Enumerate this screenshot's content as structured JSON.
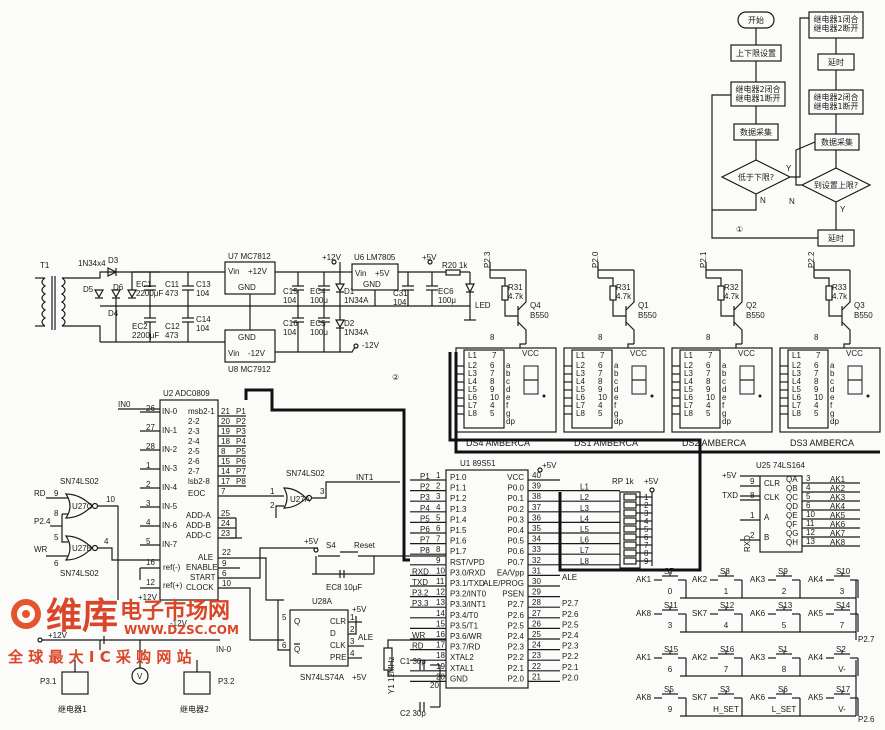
{
  "flowchart": {
    "start": "开始",
    "set_limits": "上下限设置",
    "relay2_close_relay1_open": "继电器2闭合\n继电器1断开",
    "sample1": "数据采集",
    "below_lower": "低于下限?",
    "yes": "Y",
    "no": "N",
    "relay1_close_relay2_open": "继电器1闭合\n继电器2断开",
    "delay1": "延时",
    "relay2_close_relay1_open_b": "继电器2闭合\n继电器1断开",
    "sample2": "数据采集",
    "reach_upper": "到设置上限?",
    "delay2": "延时",
    "label": "①"
  },
  "power": {
    "t1": "T1",
    "bridge": "1N34x4",
    "d3": "D3",
    "d4": "D4",
    "d5": "D5",
    "d6": "D6",
    "ec1": "EC1\n2200μF",
    "ec2": "EC2\n2200μF",
    "c11": "C11\n473",
    "c12": "C12\n473",
    "c13": "C13\n104",
    "c14": "C14\n104",
    "u7": "U7  MC7812",
    "u7_vin": "Vin",
    "u7_out": "+12V",
    "u7_gnd": "GND",
    "u8": "U8  MC7912",
    "u8_vin": "Vin",
    "u8_out": "-12V",
    "u8_gnd": "GND",
    "c15": "C15\n104",
    "c16": "C16\n104",
    "ec4": "EC4\n100μ",
    "ec5": "EC5\n100μ",
    "d1": "D1\n1N34A",
    "d2": "D2\n1N34A",
    "p12": "+12V",
    "m12": "-12V",
    "u6": "U6  LM7805",
    "u6_vin": "Vin",
    "u6_out": "+5V",
    "u6_gnd": "GND",
    "c31": "C31\n104",
    "ec6": "EC6\n100μ",
    "p5": "+5V",
    "r20": "R20  1k",
    "led": "LED",
    "label": "②"
  },
  "display": {
    "drivers": [
      {
        "port": "P2.3",
        "r": "R31",
        "rv": "4.7k",
        "q": "Q4",
        "qt": "B550",
        "ds": "DS4  AMBERCA"
      },
      {
        "port": "P2.0",
        "r": "R31",
        "rv": "4.7k",
        "q": "Q1",
        "qt": "B550",
        "ds": "DS1  AMBERCA"
      },
      {
        "port": "P2.1",
        "r": "R32",
        "rv": "4.7k",
        "q": "Q2",
        "qt": "B550",
        "ds": "DS2  AMBERCA"
      },
      {
        "port": "P2.2",
        "r": "R33",
        "rv": "4.7k",
        "q": "Q3",
        "qt": "B550",
        "ds": "DS3  AMBERCA"
      }
    ],
    "pins": [
      "L1",
      "L2",
      "L3",
      "L4",
      "L5",
      "L6",
      "L7",
      "L8"
    ],
    "segs": [
      "a",
      "b",
      "c",
      "d",
      "e",
      "f",
      "g",
      "dp"
    ],
    "vcc": "VCC"
  },
  "adc": {
    "title": "U2  ADC0809",
    "in0": "IN0",
    "inputs": [
      "IN-0",
      "IN-1",
      "IN-2",
      "IN-3",
      "IN-4",
      "IN-5",
      "IN-6",
      "IN-7"
    ],
    "in_pins": [
      "26",
      "27",
      "28",
      "1",
      "2",
      "3",
      "4",
      "5"
    ],
    "outs": [
      "msb2-1",
      "2-2",
      "2-3",
      "2-4",
      "2-5",
      "2-6",
      "2-7",
      "lsb2-8"
    ],
    "out_pins": [
      "21",
      "20",
      "19",
      "18",
      "8",
      "15",
      "14",
      "17"
    ],
    "ports": [
      "P1",
      "P2",
      "P3",
      "P4",
      "P5",
      "P6",
      "P7",
      "P8"
    ],
    "eoc": "EOC",
    "eoc_pin": "7",
    "adda": "ADD-A",
    "addb": "ADD-B",
    "addc": "ADD-C",
    "ale": "ALE",
    "enable": "ENABLE",
    "start": "START",
    "clock": "CLOCK",
    "refm": "ref(-)",
    "refp": "ref(+)",
    "pin25": "25",
    "pin24": "24",
    "pin23": "23",
    "pin22": "22",
    "pin9": "9",
    "pin6": "6",
    "pin10": "10",
    "pin16": "16",
    "pin12": "12"
  },
  "mcu": {
    "title": "U1  89S51",
    "left": [
      "P1.0",
      "P1.1",
      "P1.2",
      "P1.3",
      "P1.4",
      "P1.5",
      "P1.6",
      "P1.7",
      "RST/VPD",
      "P3.0/RXD",
      "P3.1/TXD",
      "P3.2/INT0",
      "P3.3/INT1",
      "P3.4/T0",
      "P3.5/T1",
      "P3.6/WR",
      "P3.7/RD",
      "XTAL2",
      "XTAL1",
      "GND"
    ],
    "left_pins": [
      "1",
      "2",
      "3",
      "4",
      "5",
      "6",
      "7",
      "8",
      "9",
      "10",
      "11",
      "12",
      "13",
      "14",
      "15",
      "16",
      "17",
      "18",
      "19",
      "20"
    ],
    "right": [
      "VCC",
      "P0.0",
      "P0.1",
      "P0.2",
      "P0.3",
      "P0.4",
      "P0.5",
      "P0.6",
      "P0.7",
      "EA/Vpp",
      "ALE/PROG",
      "PSEN",
      "P2.7",
      "P2.6",
      "P2.5",
      "P2.4",
      "P2.3",
      "P2.2",
      "P2.1",
      "P2.0"
    ],
    "right_pins": [
      "40",
      "39",
      "38",
      "37",
      "36",
      "35",
      "34",
      "33",
      "32",
      "31",
      "30",
      "29",
      "28",
      "27",
      "26",
      "25",
      "24",
      "23",
      "22",
      "21"
    ],
    "p_labels": [
      "P1",
      "P2",
      "P3",
      "P4",
      "P5",
      "P6",
      "P7",
      "P8"
    ],
    "l_labels": [
      "L1",
      "L2",
      "L3",
      "L4",
      "L5",
      "L6",
      "L7",
      "L8"
    ],
    "port_labels": [
      "RXD",
      "TXD",
      "P3.2",
      "P3.3",
      "WR",
      "RD"
    ],
    "p2_labels": [
      "P2.7",
      "P2.6",
      "P2.5",
      "P2.4",
      "P2.3",
      "P2.2",
      "P2.1",
      "P2.0"
    ],
    "p5": "+5V",
    "ale": "ALE"
  },
  "reset": {
    "s4": "S4",
    "reset": "Reset",
    "ec8": "EC8  10μF",
    "p5": "+5V"
  },
  "crystal": {
    "y1": "Y1  12MHz",
    "c1": "C1  30p",
    "c2": "C2  30p"
  },
  "rp": {
    "title": "RP  1k",
    "p5": "+5V",
    "pins": [
      "1",
      "2",
      "3",
      "4",
      "5",
      "6",
      "7",
      "8",
      "9"
    ]
  },
  "gates": {
    "u27a_title": "SN74LS02",
    "u27a": "U27A",
    "int1": "INT1",
    "u27c": "U27C",
    "u27b": "U27B",
    "sn1": "SN74LS02",
    "sn2": "SN74LS02",
    "rd": "RD",
    "wr": "WR",
    "p24": "P2.4",
    "pins_a": [
      "1",
      "2",
      "3"
    ],
    "pins_c": [
      "9",
      "8",
      "10"
    ],
    "pins_b": [
      "5",
      "6",
      "4"
    ]
  },
  "flipflop": {
    "title": "U28A",
    "sub": "SN74LS74A",
    "pins": [
      "CLR",
      "D",
      "CLK",
      "PRE",
      "Q",
      "Q"
    ],
    "p5": "+5V",
    "ale": "ALE",
    "nums": [
      "2",
      "3",
      "4",
      "5",
      "6",
      "1"
    ]
  },
  "shift": {
    "title": "U25  74LS164",
    "p5": "+5V",
    "txd": "TXD",
    "rxd": "RXD",
    "left": [
      "CLR",
      "CLK",
      "A",
      "B"
    ],
    "left_pins": [
      "9",
      "8",
      "1",
      "2"
    ],
    "right": [
      "QA",
      "QB",
      "QC",
      "QD",
      "QE",
      "QF",
      "QG",
      "QH"
    ],
    "right_pins": [
      "3",
      "4",
      "5",
      "6",
      "10",
      "11",
      "12",
      "13"
    ],
    "ak": [
      "AK1",
      "AK2",
      "AK3",
      "AK4",
      "AK5",
      "AK6",
      "AK7",
      "AK8"
    ]
  },
  "keys": {
    "rows": [
      {
        "items": [
          {
            "ak": "AK1",
            "s": "S7",
            "v": "0"
          },
          {
            "ak": "AK2",
            "s": "S8",
            "v": "1"
          },
          {
            "ak": "AK3",
            "s": "S9",
            "v": "2"
          },
          {
            "ak": "AK4",
            "s": "S10",
            "v": "3"
          }
        ]
      },
      {
        "items": [
          {
            "ak": "AK8",
            "s": "S11",
            "v": "3"
          },
          {
            "ak": "SK7",
            "s": "S12",
            "v": "4"
          },
          {
            "ak": "AK6",
            "s": "S13",
            "v": "5"
          },
          {
            "ak": "AK5",
            "s": "S14",
            "v": "7"
          }
        ]
      },
      {
        "items": [
          {
            "ak": "AK1",
            "s": "S15",
            "v": "6"
          },
          {
            "ak": "AK2",
            "s": "S16",
            "v": "7"
          },
          {
            "ak": "AK3",
            "s": "S1",
            "v": "8"
          },
          {
            "ak": "AK4",
            "s": "S2",
            "v": "V-"
          }
        ]
      },
      {
        "items": [
          {
            "ak": "AK8",
            "s": "S5",
            "v": "9"
          },
          {
            "ak": "SK7",
            "s": "S3",
            "v": "H_SET"
          },
          {
            "ak": "AK6",
            "s": "S6",
            "v": "L_SET"
          },
          {
            "ak": "AK5",
            "s": "S17",
            "v": "V-"
          }
        ]
      }
    ],
    "p27": "P2.7",
    "p26": "P2.6"
  },
  "relays": {
    "p12": "+12V",
    "p31": "P3.1",
    "p32": "P3.2",
    "k1": "继电器1",
    "k2": "继电器2",
    "in0": "IN-0",
    "v": "V",
    "m12": "-12V"
  },
  "watermark": {
    "brand": "维库",
    "market": "电子市场网",
    "url": "WWW.DZSC.COM",
    "slogan": "全 球 最 大 I C 采 购 网 站"
  }
}
